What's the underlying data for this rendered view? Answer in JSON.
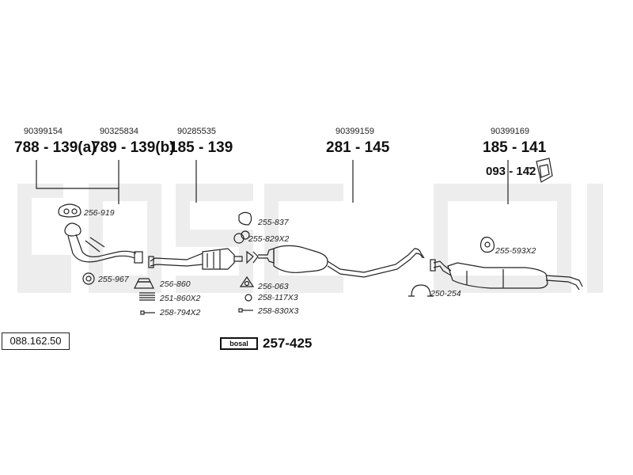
{
  "diagram": {
    "oe_numbers": [
      "90399154",
      "90325834",
      "90285535",
      "90399159",
      "90399169"
    ],
    "section_codes": [
      "788 - 139(a)",
      "789 - 139(b)",
      "185 - 139",
      "281 - 145",
      "185 - 141"
    ],
    "extra_code": "093 - 142",
    "part_labels": [
      "256-919",
      "255-967",
      "256-860",
      "251-860X2",
      "258-794X2",
      "255-837",
      "255-829X2",
      "256-063",
      "258-117X3",
      "258-830X3",
      "250-254",
      "255-593X2"
    ],
    "kit_number": "088.162.50",
    "bosal_box_text": "bosal",
    "bosal_code": "257-425",
    "watermark": "bosal"
  }
}
